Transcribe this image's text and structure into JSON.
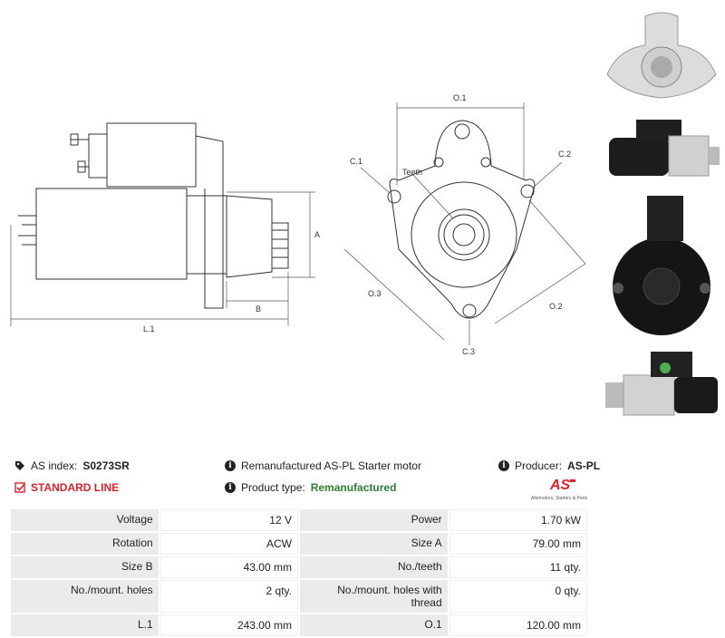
{
  "diagram": {
    "side_labels": {
      "A": "A",
      "B": "B",
      "L1": "L.1"
    },
    "front_labels": {
      "O1": "O.1",
      "C1": "C.1",
      "C2": "C.2",
      "teeth": "Teeth",
      "O2": "O.2",
      "O3": "O.3",
      "C3": "C.3"
    }
  },
  "info": {
    "as_index_label": "AS index:",
    "as_index_value": "S0273SR",
    "line_label": "STANDARD LINE",
    "description": "Remanufactured AS-PL Starter motor",
    "product_type_label": "Product type:",
    "product_type_value": "Remanufactured",
    "producer_label": "Producer:",
    "producer_value": "AS-PL"
  },
  "logo": {
    "text": "AS",
    "tagline": "Alternators, Starters & Parts",
    "accent": "#d8232a"
  },
  "specs": [
    {
      "k1": "Voltage",
      "v1": "12 V",
      "k2": "Power",
      "v2": "1.70 kW"
    },
    {
      "k1": "Rotation",
      "v1": "ACW",
      "k2": "Size A",
      "v2": "79.00 mm"
    },
    {
      "k1": "Size B",
      "v1": "43.00 mm",
      "k2": "No./teeth",
      "v2": "11 qty."
    },
    {
      "k1": "No./mount. holes",
      "v1": "2 qty.",
      "k2": "No./mount. holes with thread",
      "v2": "0 qty."
    },
    {
      "k1": "L.1",
      "v1": "243.00 mm",
      "k2": "O.1",
      "v2": "120.00 mm"
    }
  ]
}
